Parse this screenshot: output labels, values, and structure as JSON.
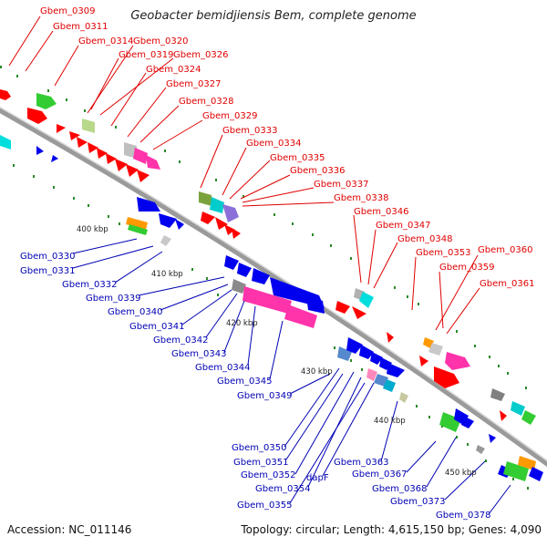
{
  "title": "Geobacter bemidjiensis Bem, complete genome",
  "footer": {
    "accession": "Accession: NC_011146",
    "summary": "Topology: circular; Length: 4,615,150 bp; Genes: 4,090"
  },
  "colors": {
    "forward_label": "#e00000",
    "reverse_label": "#0000b4",
    "backbone": "#9a9a9a"
  },
  "ticks": {
    "t400": "400 kbp",
    "t410": "410 kbp",
    "t420": "420 kbp",
    "t430": "430 kbp",
    "t440": "440 kbp",
    "t450": "450 kbp"
  },
  "forward_genes": {
    "g0309": "Gbem_0309",
    "g0311": "Gbem_0311",
    "g0314": "Gbem_0314",
    "g0320": "Gbem_0320",
    "g0319": "Gbem_0319",
    "g0326": "Gbem_0326",
    "g0324": "Gbem_0324",
    "g0327": "Gbem_0327",
    "g0328": "Gbem_0328",
    "g0329": "Gbem_0329",
    "g0333": "Gbem_0333",
    "g0334": "Gbem_0334",
    "g0335": "Gbem_0335",
    "g0336": "Gbem_0336",
    "g0337": "Gbem_0337",
    "g0338": "Gbem_0338",
    "g0346": "Gbem_0346",
    "g0347": "Gbem_0347",
    "g0348": "Gbem_0348",
    "g0353": "Gbem_0353",
    "g0360": "Gbem_0360",
    "g0359": "Gbem_0359",
    "g0361": "Gbem_0361"
  },
  "reverse_genes": {
    "g0330": "Gbem_0330",
    "g0331": "Gbem_0331",
    "g0332": "Gbem_0332",
    "g0339": "Gbem_0339",
    "g0340": "Gbem_0340",
    "g0341": "Gbem_0341",
    "g0342": "Gbem_0342",
    "g0343": "Gbem_0343",
    "g0344": "Gbem_0344",
    "g0345": "Gbem_0345",
    "g0349": "Gbem_0349",
    "g0350": "Gbem_0350",
    "g0351": "Gbem_0351",
    "g0352": "Gbem_0352",
    "g0354": "Gbem_0354",
    "g0355": "Gbem_0355",
    "dapF": "dapF",
    "g0363": "Gbem_0363",
    "g0367": "Gbem_0367",
    "g0368": "Gbem_0368",
    "g0373": "Gbem_0373",
    "g0378": "Gbem_0378"
  }
}
